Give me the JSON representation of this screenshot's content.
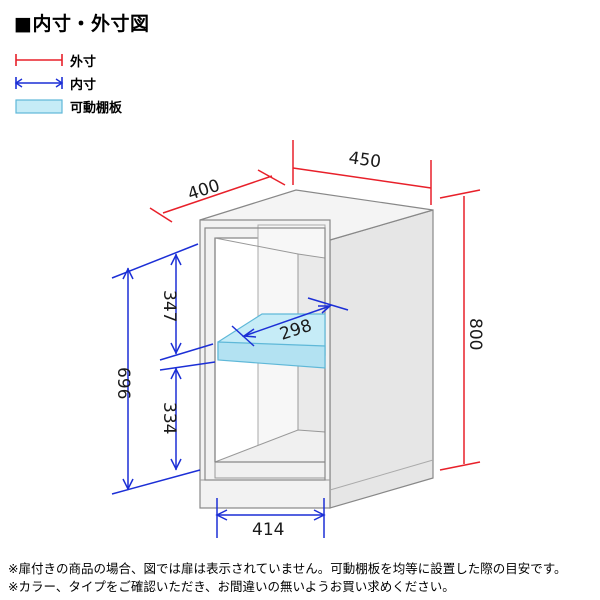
{
  "title": "■内寸・外寸図",
  "legend": {
    "outer_label": "外寸",
    "inner_label": "内寸",
    "shelf_label": "可動棚板"
  },
  "dimensions": {
    "outer_width": "450",
    "outer_depth": "400",
    "outer_height": "800",
    "inner_height_total": "696",
    "inner_height_upper": "347",
    "inner_height_lower": "334",
    "shelf_depth": "298",
    "inner_width": "414"
  },
  "colors": {
    "outer_dim": "#e8202a",
    "inner_dim": "#1c2fd6",
    "shelf_fill": "#c6ecf7",
    "shelf_stroke": "#5fb8d8",
    "cabinet_fill": "#f2f2f2",
    "cabinet_stroke": "#888888"
  },
  "notes": [
    "※扉付きの商品の場合、図では扉は表示されていません。可動棚板を均等に設置した際の目安です。",
    "※カラー、タイプをご確認いただき、お間違いの無いようお買い求めください。"
  ]
}
